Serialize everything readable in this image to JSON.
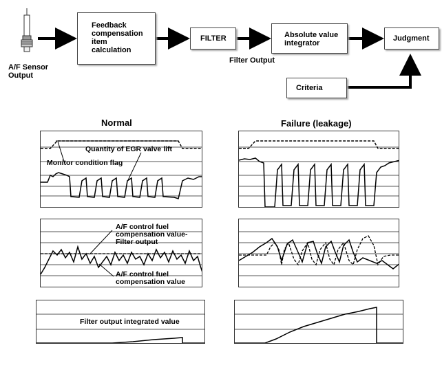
{
  "flow": {
    "sensor_label": "A/F Sensor\nOutput",
    "feedback_box": "Feedback\ncompensation\nitem\ncalculation",
    "filter_box": "FILTER",
    "filter_output_label": "Filter Output",
    "integrator_box": "Absolute value\nintegrator",
    "judgment_box": "Judgment",
    "criteria_box": "Criteria"
  },
  "sections": {
    "normal_title": "Normal",
    "failure_title": "Failure (leakage)"
  },
  "annotations": {
    "egr_lift": "Quantity of EGR valve lift",
    "monitor_flag": "Monitor condition flag",
    "filter_output": "A/F control fuel\ncompensation value-\nFilter output",
    "compensation_value": "A/F control fuel\ncompensation value",
    "integrated_value": "Filter output integrated value"
  },
  "colors": {
    "line": "#000000",
    "grid": "#555555",
    "box_border": "#444444"
  }
}
